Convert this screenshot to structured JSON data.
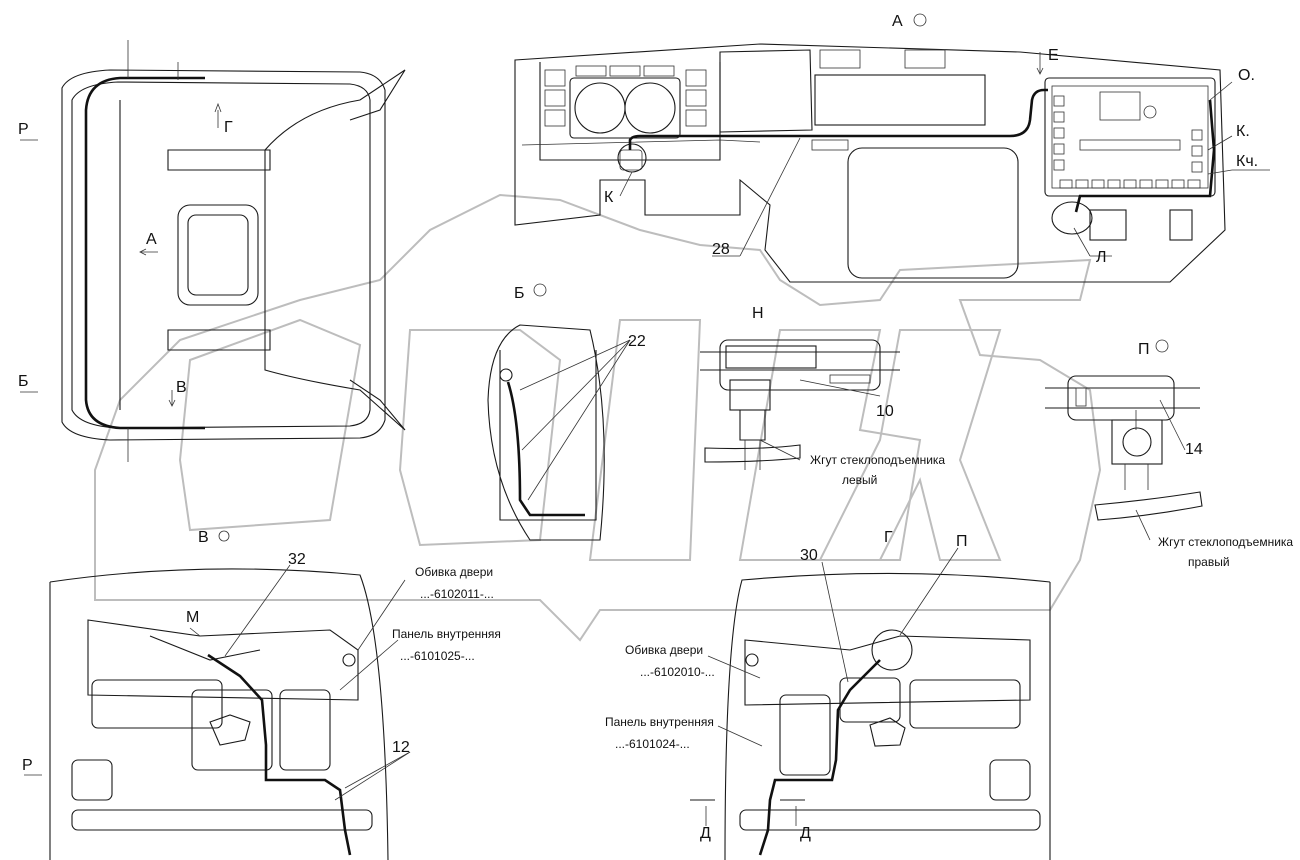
{
  "view_labels": {
    "view_a": "А",
    "view_b": "Б",
    "view_v": "В",
    "view_g": "Г",
    "view_h": "Н",
    "view_p": "П",
    "e": "Е",
    "r": "Р",
    "k": "К",
    "k_dot": "К.",
    "kch": "Кч.",
    "o": "О.",
    "l": "Л",
    "m": "М",
    "d": "Д"
  },
  "positions": {
    "n28": "28",
    "n22": "22",
    "n10": "10",
    "n14": "14",
    "n32": "32",
    "n12": "12",
    "n30": "30"
  },
  "callouts": {
    "harness_left_1": "Жгут стеклоподъемника",
    "harness_left_2": "левый",
    "harness_right_1": "Жгут стеклоподъемника",
    "harness_right_2": "правый",
    "door_trim_left_1": "Обивка двери",
    "door_trim_left_2": "...-6102011-...",
    "inner_panel_left_1": "Панель внутренняя",
    "inner_panel_left_2": "...-6101025-...",
    "door_trim_right_1": "Обивка двери",
    "door_trim_right_2": "...-6102010-...",
    "inner_panel_right_1": "Панель внутренняя",
    "inner_panel_right_2": "...-6101024-..."
  }
}
